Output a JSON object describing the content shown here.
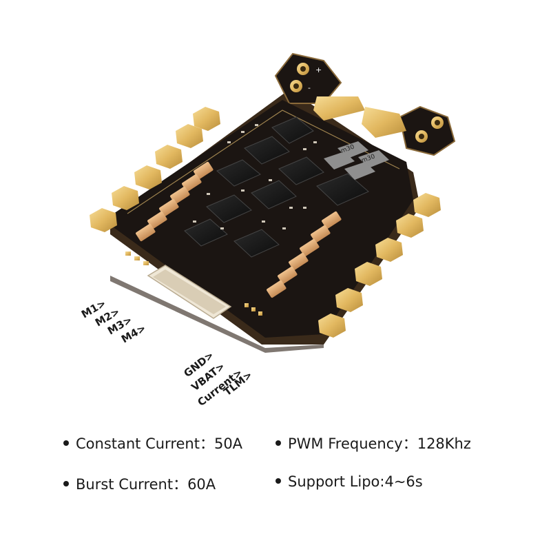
{
  "product_image": {
    "motor_pins": [
      "M1>",
      "M2>",
      "M3>",
      "M4>"
    ],
    "connector_pins": [
      "GND>",
      "VBAT>",
      "Current>",
      "TLM>"
    ],
    "board_markings": {
      "pad_plus": "+",
      "pad_minus": "-",
      "chip_mark": "m30"
    }
  },
  "specs": {
    "constant_current": "Constant Current：50A",
    "pwm_frequency": "PWM Frequency：128Khz",
    "burst_current": "Burst Current：60A",
    "support_lipo": "Support Lipo:4~6s"
  },
  "colors": {
    "board": "#1b1512",
    "gold": "#e6c06a",
    "text": "#1a1a1a"
  }
}
